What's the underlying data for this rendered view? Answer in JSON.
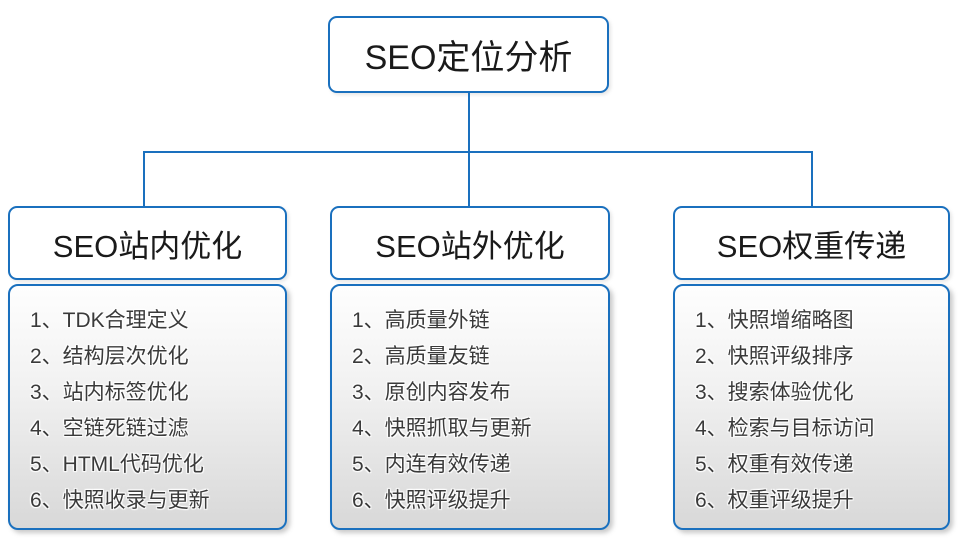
{
  "colors": {
    "accent": "#1a70be"
  },
  "root": {
    "label": "SEO定位分析"
  },
  "columns": [
    {
      "title": "SEO站内优化",
      "items": [
        "1、TDK合理定义",
        "2、结构层次优化",
        "3、站内标签优化",
        "4、空链死链过滤",
        "5、HTML代码优化",
        "6、快照收录与更新"
      ]
    },
    {
      "title": "SEO站外优化",
      "items": [
        "1、高质量外链",
        "2、高质量友链",
        "3、原创内容发布",
        "4、快照抓取与更新",
        "5、内连有效传递",
        "6、快照评级提升"
      ]
    },
    {
      "title": "SEO权重传递",
      "items": [
        "1、快照增缩略图",
        "2、快照评级排序",
        "3、搜索体验优化",
        "4、检索与目标访问",
        "5、权重有效传递",
        "6、权重评级提升"
      ]
    }
  ]
}
